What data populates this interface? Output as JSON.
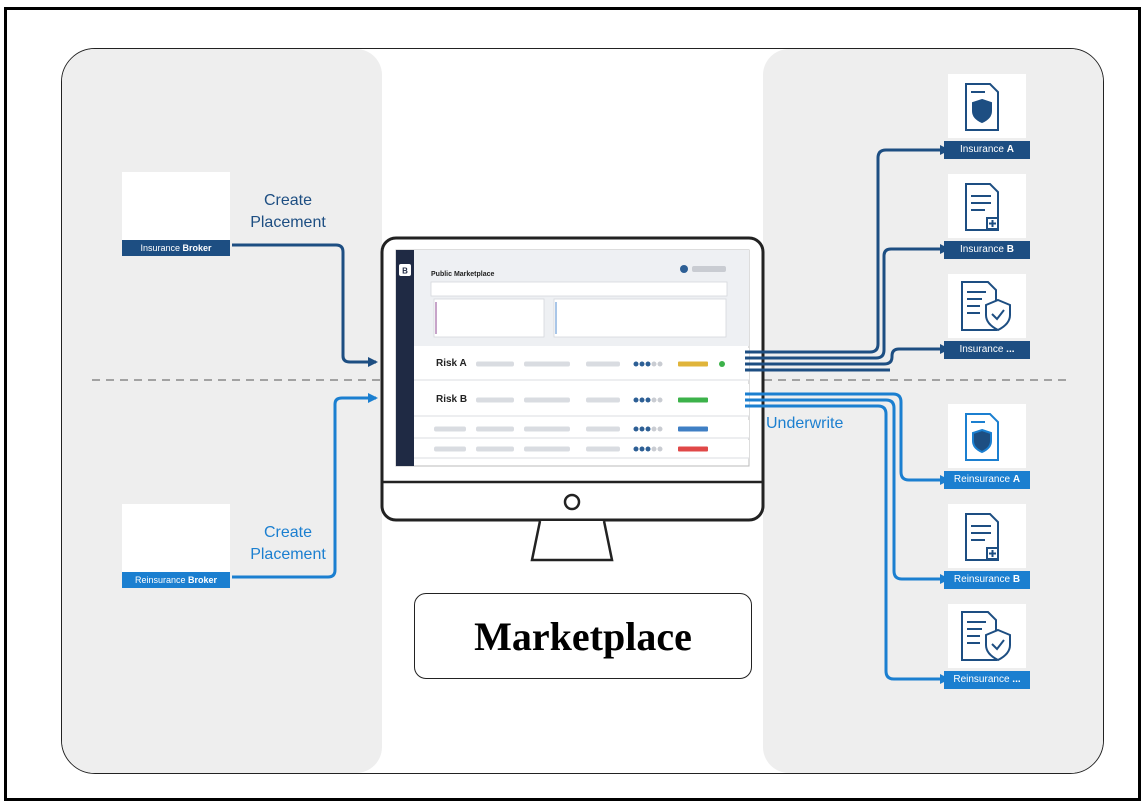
{
  "left": {
    "insurance_broker": {
      "caption_prefix": "Insurance",
      "caption_bold": "Broker",
      "action_line1": "Create",
      "action_line2": "Placement"
    },
    "reinsurance_broker": {
      "caption_prefix": "Reinsurance",
      "caption_bold": "Broker",
      "action_line1": "Create",
      "action_line2": "Placement"
    }
  },
  "center": {
    "screen_title": "Public Marketplace",
    "logo_letter": "B",
    "rows": [
      {
        "label": "Risk A",
        "status_color": "#e0b43a",
        "dot_color": "#3cb24a"
      },
      {
        "label": "Risk B",
        "status_color": "#3cb24a"
      },
      {
        "label": "",
        "status_color": "#3f7fc4"
      },
      {
        "label": "",
        "status_color": "#e04848"
      }
    ],
    "marketplace_label": "Marketplace"
  },
  "right": {
    "underwrite_label": "Underwrite",
    "insurers": [
      {
        "prefix": "Insurance",
        "suffix": "A"
      },
      {
        "prefix": "Insurance",
        "suffix": "B"
      },
      {
        "prefix": "Insurance",
        "suffix": "..."
      }
    ],
    "reinsurers": [
      {
        "prefix": "Reinsurance",
        "suffix": "A"
      },
      {
        "prefix": "Reinsurance",
        "suffix": "B"
      },
      {
        "prefix": "Reinsurance",
        "suffix": "..."
      }
    ]
  },
  "colors": {
    "dark_blue": "#1d4e82",
    "light_blue": "#1b7fd0",
    "panel_gray": "#eeeeee",
    "navy_sidebar": "#1f2a44"
  }
}
